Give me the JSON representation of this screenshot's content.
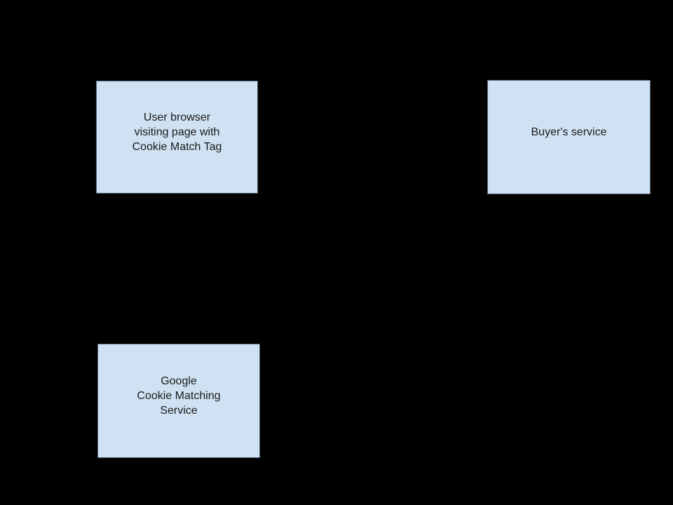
{
  "canvas": {
    "background": "#000000"
  },
  "palette": {
    "node_fill": "#cfe2f3",
    "node_border": "#546579",
    "text": "#1a1a1a"
  },
  "nodes": [
    {
      "id": "user-browser",
      "lines": [
        "User browser",
        "visiting page with",
        "Cookie Match Tag"
      ]
    },
    {
      "id": "buyers-service",
      "lines": [
        "Buyer's service"
      ]
    },
    {
      "id": "google-cookie-matching-service",
      "lines": [
        "Google",
        "Cookie Matching",
        "Service"
      ]
    }
  ]
}
